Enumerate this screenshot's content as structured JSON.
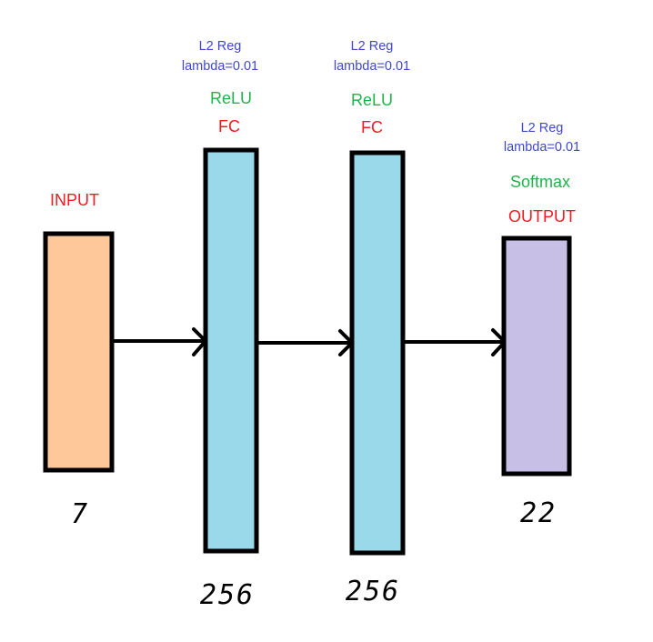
{
  "input_layer": {
    "type_label": "INPUT",
    "size": "7",
    "color": "#ffc89a"
  },
  "hidden_layer_1": {
    "reg_line1": "L2 Reg",
    "reg_line2": "lambda=0.01",
    "activation": "ReLU",
    "type_label": "FC",
    "size": "256",
    "color": "#99d9ea"
  },
  "hidden_layer_2": {
    "reg_line1": "L2 Reg",
    "reg_line2": "lambda=0.01",
    "activation": "ReLU",
    "type_label": "FC",
    "size": "256",
    "color": "#99d9ea"
  },
  "output_layer": {
    "reg_line1": "L2 Reg",
    "reg_line2": "lambda=0.01",
    "activation": "Softmax",
    "type_label": "OUTPUT",
    "size": "22",
    "color": "#c8bfe7"
  }
}
